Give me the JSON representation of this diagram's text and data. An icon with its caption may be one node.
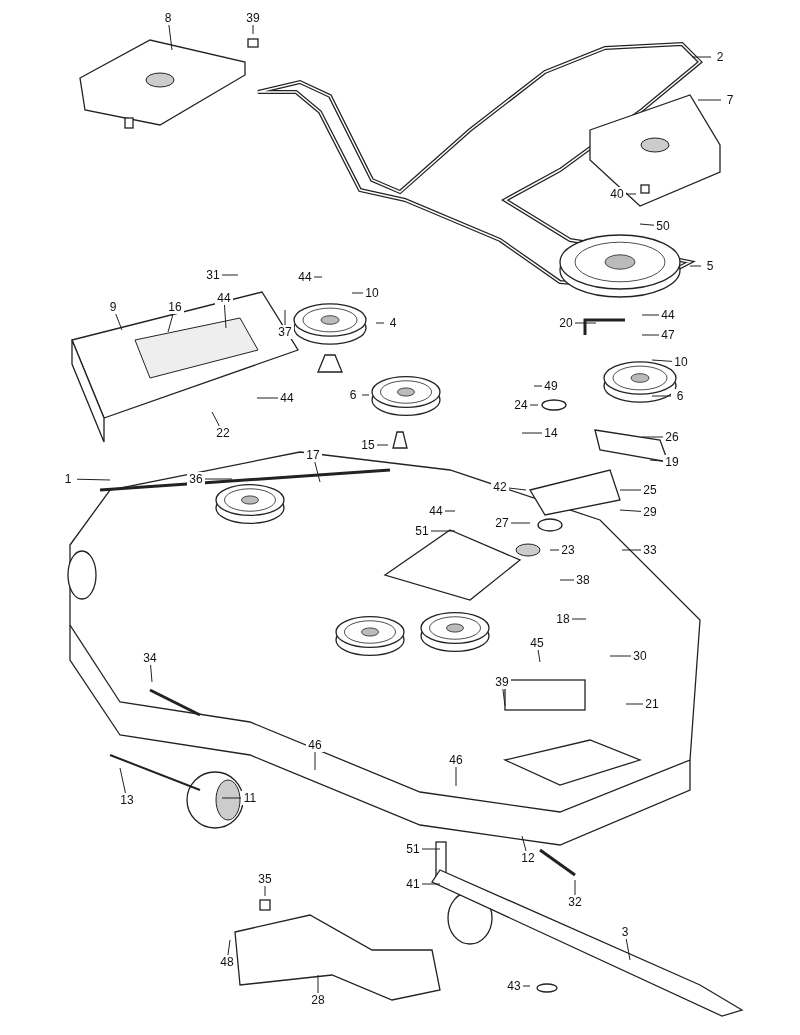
{
  "diagram": {
    "nodes": [
      {
        "text": [
          "8"
        ]
      },
      {
        "text": [
          "39"
        ]
      },
      {
        "text": [
          "2"
        ]
      },
      {
        "text": [
          "7"
        ]
      },
      {
        "text": [
          "40"
        ]
      },
      {
        "text": [
          "50"
        ]
      },
      {
        "text": [
          "5"
        ]
      },
      {
        "text": [
          "31"
        ]
      },
      {
        "text": [
          "44"
        ]
      },
      {
        "text": [
          "10"
        ]
      },
      {
        "text": [
          "44"
        ]
      },
      {
        "text": [
          "37"
        ]
      },
      {
        "text": [
          "9"
        ]
      },
      {
        "text": [
          "16"
        ]
      },
      {
        "text": [
          "4"
        ]
      },
      {
        "text": [
          "20"
        ]
      },
      {
        "text": [
          "44"
        ]
      },
      {
        "text": [
          "47"
        ]
      },
      {
        "text": [
          "10"
        ]
      },
      {
        "text": [
          "6"
        ]
      },
      {
        "text": [
          "44"
        ]
      },
      {
        "text": [
          "22"
        ]
      },
      {
        "text": [
          "49"
        ]
      },
      {
        "text": [
          "6"
        ]
      },
      {
        "text": [
          "24"
        ]
      },
      {
        "text": [
          "15"
        ]
      },
      {
        "text": [
          "14"
        ]
      },
      {
        "text": [
          "26"
        ]
      },
      {
        "text": [
          "19"
        ]
      },
      {
        "text": [
          "17"
        ]
      },
      {
        "text": [
          "36"
        ]
      },
      {
        "text": [
          "1"
        ]
      },
      {
        "text": [
          "42"
        ]
      },
      {
        "text": [
          "25"
        ]
      },
      {
        "text": [
          "44"
        ]
      },
      {
        "text": [
          "29"
        ]
      },
      {
        "text": [
          "27"
        ]
      },
      {
        "text": [
          "51"
        ]
      },
      {
        "text": [
          "23"
        ]
      },
      {
        "text": [
          "33"
        ]
      },
      {
        "text": [
          "38"
        ]
      },
      {
        "text": [
          "18"
        ]
      },
      {
        "text": [
          "45"
        ]
      },
      {
        "text": [
          "34"
        ]
      },
      {
        "text": [
          "30"
        ]
      },
      {
        "text": [
          "39"
        ]
      },
      {
        "text": [
          "21"
        ]
      },
      {
        "text": [
          "46"
        ]
      },
      {
        "text": [
          "46"
        ]
      },
      {
        "text": [
          "13"
        ]
      },
      {
        "text": [
          "11"
        ]
      },
      {
        "text": [
          "12"
        ]
      },
      {
        "text": [
          "51"
        ]
      },
      {
        "text": [
          "41"
        ]
      },
      {
        "text": [
          "32"
        ]
      },
      {
        "text": [
          "35"
        ]
      },
      {
        "text": [
          "3"
        ]
      },
      {
        "text": [
          "48"
        ]
      },
      {
        "text": [
          "28"
        ]
      },
      {
        "text": [
          "43"
        ]
      }
    ],
    "edges": [
      {
        "from": 0,
        "to": null,
        "arrow": "none"
      },
      {
        "from": 1,
        "to": null,
        "arrow": "none"
      },
      {
        "from": 2,
        "to": null,
        "arrow": "none"
      },
      {
        "from": 3,
        "to": null,
        "arrow": "none"
      },
      {
        "from": 4,
        "to": null,
        "arrow": "none"
      },
      {
        "from": 5,
        "to": null,
        "arrow": "none"
      },
      {
        "from": 6,
        "to": null,
        "arrow": "none"
      },
      {
        "from": 7,
        "to": null,
        "arrow": "none"
      },
      {
        "from": 8,
        "to": null,
        "arrow": "none"
      },
      {
        "from": 9,
        "to": null,
        "arrow": "none"
      },
      {
        "from": 10,
        "to": null,
        "arrow": "none"
      },
      {
        "from": 11,
        "to": null,
        "arrow": "none"
      },
      {
        "from": 12,
        "to": null,
        "arrow": "none"
      },
      {
        "from": 13,
        "to": null,
        "arrow": "none"
      },
      {
        "from": 14,
        "to": null,
        "arrow": "none"
      },
      {
        "from": 15,
        "to": null,
        "arrow": "none"
      },
      {
        "from": 16,
        "to": null,
        "arrow": "none"
      },
      {
        "from": 17,
        "to": null,
        "arrow": "none"
      },
      {
        "from": 18,
        "to": null,
        "arrow": "none"
      },
      {
        "from": 19,
        "to": null,
        "arrow": "none"
      },
      {
        "from": 20,
        "to": null,
        "arrow": "none"
      },
      {
        "from": 21,
        "to": null,
        "arrow": "none"
      },
      {
        "from": 22,
        "to": null,
        "arrow": "none"
      },
      {
        "from": 23,
        "to": null,
        "arrow": "none"
      },
      {
        "from": 24,
        "to": null,
        "arrow": "none"
      },
      {
        "from": 25,
        "to": null,
        "arrow": "none"
      },
      {
        "from": 26,
        "to": null,
        "arrow": "none"
      },
      {
        "from": 27,
        "to": null,
        "arrow": "none"
      },
      {
        "from": 28,
        "to": null,
        "arrow": "none"
      },
      {
        "from": 29,
        "to": null,
        "arrow": "none"
      },
      {
        "from": 30,
        "to": null,
        "arrow": "none"
      },
      {
        "from": 31,
        "to": null,
        "arrow": "none"
      },
      {
        "from": 32,
        "to": null,
        "arrow": "none"
      },
      {
        "from": 33,
        "to": null,
        "arrow": "none"
      },
      {
        "from": 34,
        "to": null,
        "arrow": "none"
      },
      {
        "from": 35,
        "to": null,
        "arrow": "none"
      },
      {
        "from": 36,
        "to": null,
        "arrow": "none"
      },
      {
        "from": 37,
        "to": null,
        "arrow": "none"
      },
      {
        "from": 38,
        "to": null,
        "arrow": "none"
      },
      {
        "from": 39,
        "to": null,
        "arrow": "none"
      },
      {
        "from": 40,
        "to": null,
        "arrow": "none"
      },
      {
        "from": 41,
        "to": null,
        "arrow": "none"
      },
      {
        "from": 42,
        "to": null,
        "arrow": "none"
      },
      {
        "from": 43,
        "to": null,
        "arrow": "none"
      },
      {
        "from": 44,
        "to": null,
        "arrow": "none"
      },
      {
        "from": 45,
        "to": null,
        "arrow": "none"
      },
      {
        "from": 46,
        "to": null,
        "arrow": "none"
      },
      {
        "from": 47,
        "to": null,
        "arrow": "none"
      },
      {
        "from": 48,
        "to": null,
        "arrow": "none"
      },
      {
        "from": 49,
        "to": null,
        "arrow": "none"
      },
      {
        "from": 50,
        "to": null,
        "arrow": "none"
      },
      {
        "from": 51,
        "to": null,
        "arrow": "none"
      },
      {
        "from": 52,
        "to": null,
        "arrow": "none"
      },
      {
        "from": 53,
        "to": null,
        "arrow": "none"
      },
      {
        "from": 54,
        "to": null,
        "arrow": "none"
      },
      {
        "from": 55,
        "to": null,
        "arrow": "none"
      },
      {
        "from": 56,
        "to": null,
        "arrow": "none"
      },
      {
        "from": 57,
        "to": null,
        "arrow": "none"
      },
      {
        "from": 58,
        "to": null,
        "arrow": "none"
      },
      {
        "from": 59,
        "to": null,
        "arrow": "none"
      }
    ]
  }
}
